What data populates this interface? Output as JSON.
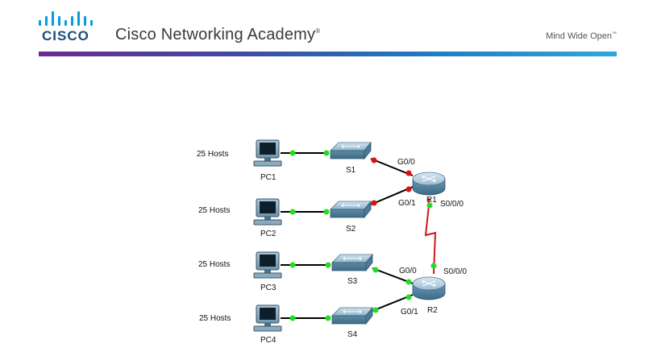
{
  "header": {
    "logo_text": "CISCO",
    "academy_title": "Cisco Networking Academy",
    "academy_mark": "®",
    "tagline": "Mind Wide Open",
    "tagline_mark": "™",
    "colors": {
      "logo_bars": "#049fd9",
      "logo_text": "#1a4d7a",
      "gradient_start": "#6a2c8f",
      "gradient_end": "#2fa7de"
    }
  },
  "topology": {
    "pcs": [
      {
        "label": "PC1",
        "hosts": "25 Hosts"
      },
      {
        "label": "PC2",
        "hosts": "25 Hosts"
      },
      {
        "label": "PC3",
        "hosts": "25 Hosts"
      },
      {
        "label": "PC4",
        "hosts": "25 Hosts"
      }
    ],
    "switches": [
      {
        "label": "S1"
      },
      {
        "label": "S2"
      },
      {
        "label": "S3"
      },
      {
        "label": "S4"
      }
    ],
    "routers": [
      {
        "label": "R1",
        "ports": [
          "G0/0",
          "G0/1",
          "S0/0/0"
        ]
      },
      {
        "label": "R2",
        "ports": [
          "G0/0",
          "G0/1",
          "S0/0/0"
        ]
      }
    ],
    "link_colors": {
      "ethernet": "#000000",
      "serial": "#d01818",
      "port_up": "#22dd22",
      "port_down": "#dd1111"
    }
  }
}
